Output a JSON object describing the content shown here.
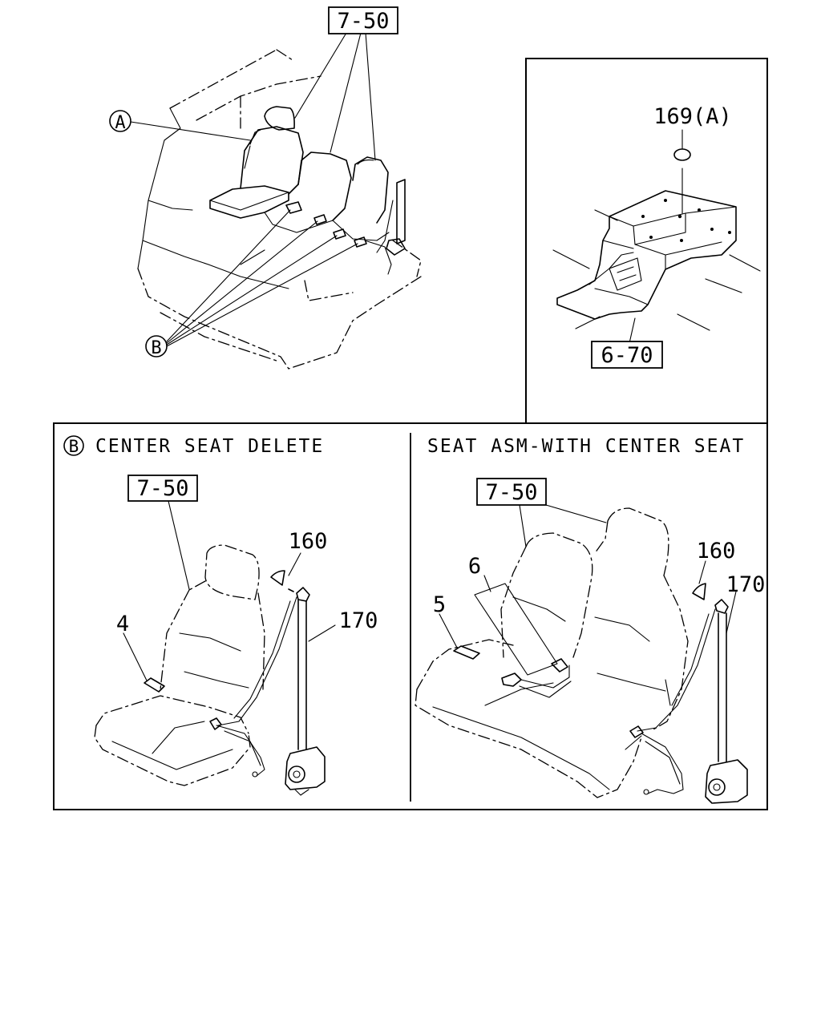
{
  "overview": {
    "ref_seat": "7-50",
    "callout_a": "A",
    "callout_b": "B"
  },
  "detail_a": {
    "part_label": "169(A)",
    "ref_console": "6-70"
  },
  "panel_left": {
    "marker": "B",
    "caption": "CENTER SEAT DELETE",
    "ref_seat": "7-50",
    "part_4": "4",
    "part_160": "160",
    "part_170": "170"
  },
  "panel_right": {
    "caption": "SEAT ASM-WITH CENTER SEAT",
    "ref_seat": "7-50",
    "part_5": "5",
    "part_6": "6",
    "part_160": "160",
    "part_170": "170"
  }
}
